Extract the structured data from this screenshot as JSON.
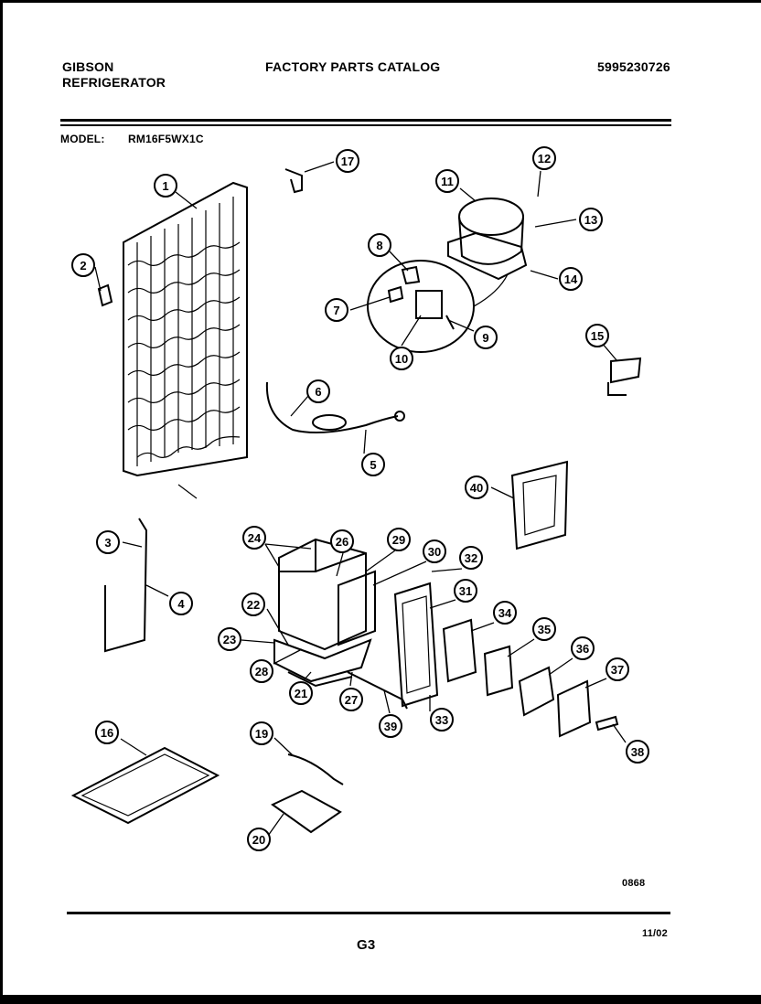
{
  "header": {
    "brand": "GIBSON",
    "product": "REFRIGERATOR",
    "catalog_title": "FACTORY PARTS CATALOG",
    "catalog_number": "5995230726",
    "model_label": "MODEL:",
    "model_value": "RM16F5WX1C"
  },
  "callouts": [
    "1",
    "2",
    "3",
    "4",
    "5",
    "6",
    "7",
    "8",
    "9",
    "10",
    "11",
    "12",
    "13",
    "14",
    "15",
    "16",
    "17",
    "19",
    "20",
    "21",
    "22",
    "23",
    "24",
    "26",
    "27",
    "28",
    "29",
    "30",
    "31",
    "32",
    "33",
    "34",
    "35",
    "36",
    "37",
    "38",
    "39",
    "40"
  ],
  "footer": {
    "drawing_code": "0868",
    "page_code": "G3",
    "date": "11/02"
  }
}
